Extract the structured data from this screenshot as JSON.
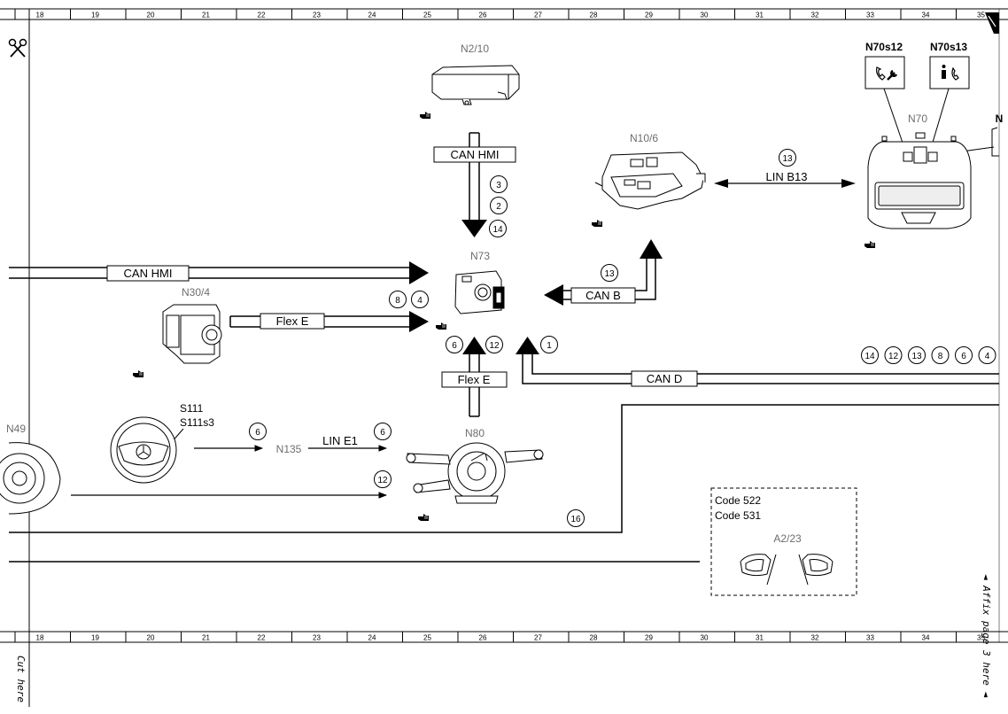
{
  "ruler": {
    "top_numbers": [
      "18",
      "19",
      "20",
      "21",
      "22",
      "23",
      "24",
      "25",
      "26",
      "27",
      "28",
      "29",
      "30",
      "31",
      "32",
      "33",
      "34",
      "35"
    ],
    "bottom_numbers": [
      "18",
      "19",
      "20",
      "21",
      "22",
      "23",
      "24",
      "25",
      "26",
      "27",
      "28",
      "29",
      "30",
      "31",
      "32",
      "33",
      "34",
      "35"
    ]
  },
  "components": {
    "n2_10": "N2/10",
    "n10_6": "N10/6",
    "n70": "N70",
    "n70s12": "N70s12",
    "n70s13": "N70s13",
    "n70_partial": "N",
    "n73": "N73",
    "n30_4": "N30/4",
    "n49_partial": "N49",
    "s111": "S111",
    "s111s3": "S111s3",
    "n135": "N135",
    "n80": "N80",
    "a2_23": "A2/23",
    "code_522": "Code 522",
    "code_531": "Code 531"
  },
  "buses": {
    "can_hmi_top": "CAN HMI",
    "can_hmi_left": "CAN HMI",
    "lin_b13": "LIN B13",
    "can_b": "CAN B",
    "flex_e_left": "Flex E",
    "flex_e_bottom": "Flex E",
    "can_d": "CAN D",
    "lin_e1": "LIN E1"
  },
  "circles": {
    "c3": "3",
    "c2": "2",
    "c14": "14",
    "c13_linb13": "13",
    "c13_canb": "13",
    "c8": "8",
    "c4": "4",
    "c6_n73": "6",
    "c12_n73": "12",
    "c1": "1",
    "c6_s111": "6",
    "c6_line1": "6",
    "c12_low": "12",
    "c16": "16",
    "row_right": [
      "14",
      "12",
      "13",
      "8",
      "6",
      "4"
    ]
  },
  "margin_text": {
    "cut_here": "Cut here",
    "affix": "◄ Affix page 3 here ◄"
  },
  "icons": [
    "scissors-icon",
    "reference-hand-icon",
    "phone-wrench-icon",
    "info-phone-icon",
    "page-corner-icon"
  ]
}
